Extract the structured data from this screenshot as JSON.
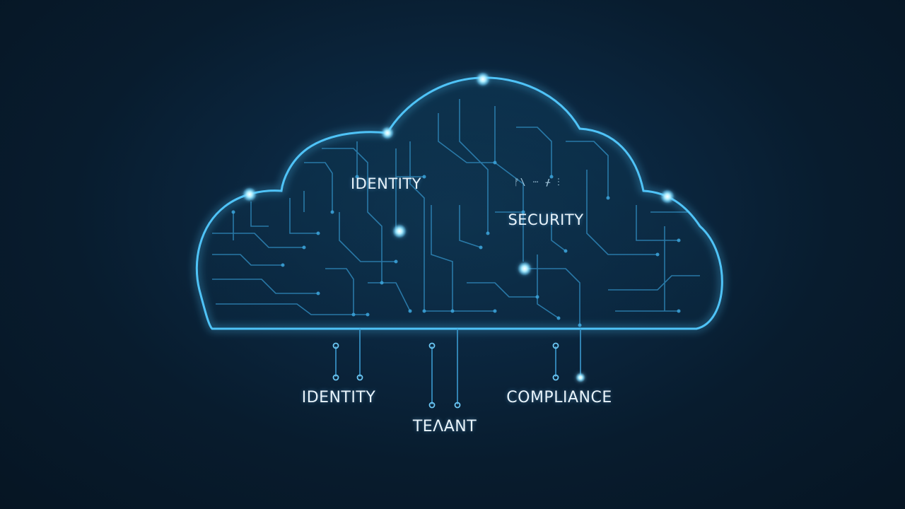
{
  "colors": {
    "background": "#081c2e",
    "cloud_outline": "#4fc3f7",
    "circuit": "#2f86b8",
    "node_glow": "#b9f2ff",
    "label_text": "#e9f4fb"
  },
  "cloud": {
    "labels": {
      "identity": "IDENTITY",
      "security": "SECURITY",
      "glyphs": "ᚠ\\ ⵈ ᚋ ⵗ"
    }
  },
  "connectors": {
    "labels": {
      "identity": "IDENTITY",
      "tenant": "TEɅANT",
      "compliance": "COMPLIANCE"
    }
  }
}
